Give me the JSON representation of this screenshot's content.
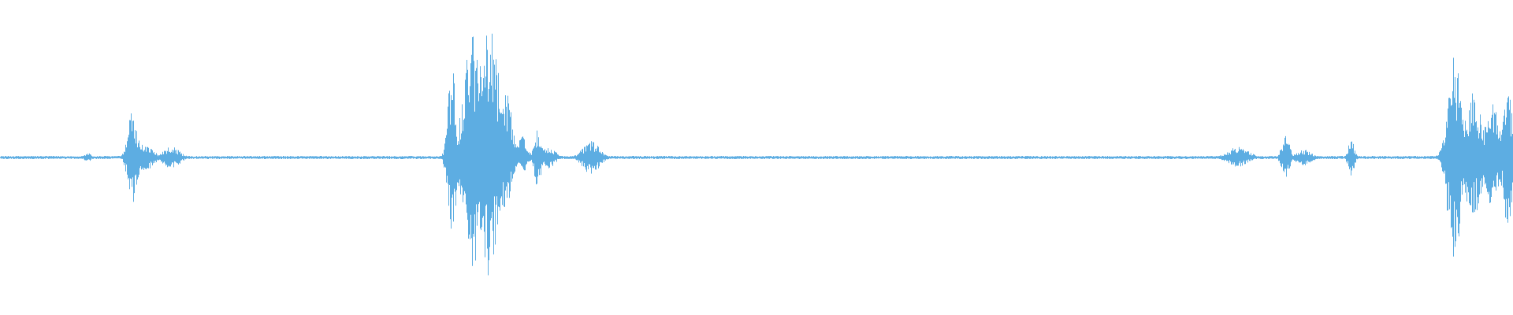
{
  "waveform": {
    "color": "#5DADE2",
    "background": "#FFFFFF",
    "noise_floor_amplitude": 0.01,
    "events": [
      {
        "center": 0.0577,
        "half_width": 0.004,
        "peak_up": 0.03,
        "peak_down": 0.03
      },
      {
        "center": 0.0875,
        "half_width": 0.0055,
        "peak_up": 0.3,
        "peak_down": 0.29
      },
      {
        "center": 0.096,
        "half_width": 0.009,
        "peak_up": 0.09,
        "peak_down": 0.09
      },
      {
        "center": 0.113,
        "half_width": 0.0095,
        "peak_up": 0.07,
        "peak_down": 0.07
      },
      {
        "center": 0.2985,
        "half_width": 0.0045,
        "peak_up": 0.61,
        "peak_down": 0.6
      },
      {
        "center": 0.3125,
        "half_width": 0.0105,
        "peak_up": 0.83,
        "peak_down": 0.7
      },
      {
        "center": 0.3235,
        "half_width": 0.0115,
        "peak_up": 0.82,
        "peak_down": 0.78
      },
      {
        "center": 0.3335,
        "half_width": 0.0075,
        "peak_up": 0.49,
        "peak_down": 0.33
      },
      {
        "center": 0.345,
        "half_width": 0.006,
        "peak_up": 0.14,
        "peak_down": 0.1
      },
      {
        "center": 0.355,
        "half_width": 0.004,
        "peak_up": 0.19,
        "peak_down": 0.19
      },
      {
        "center": 0.3625,
        "half_width": 0.007,
        "peak_up": 0.08,
        "peak_down": 0.07
      },
      {
        "center": 0.3905,
        "half_width": 0.0095,
        "peak_up": 0.11,
        "peak_down": 0.11
      },
      {
        "center": 0.818,
        "half_width": 0.012,
        "peak_up": 0.07,
        "peak_down": 0.06
      },
      {
        "center": 0.8495,
        "half_width": 0.0045,
        "peak_up": 0.14,
        "peak_down": 0.13
      },
      {
        "center": 0.8615,
        "half_width": 0.009,
        "peak_up": 0.05,
        "peak_down": 0.05
      },
      {
        "center": 0.8928,
        "half_width": 0.0035,
        "peak_up": 0.12,
        "peak_down": 0.12
      },
      {
        "center": 0.961,
        "half_width": 0.0075,
        "peak_up": 0.65,
        "peak_down": 0.66
      },
      {
        "center": 0.9735,
        "half_width": 0.0095,
        "peak_up": 0.42,
        "peak_down": 0.39
      },
      {
        "center": 0.9855,
        "half_width": 0.0085,
        "peak_up": 0.37,
        "peak_down": 0.36
      },
      {
        "center": 0.9965,
        "half_width": 0.006,
        "peak_up": 0.44,
        "peak_down": 0.44
      }
    ]
  }
}
